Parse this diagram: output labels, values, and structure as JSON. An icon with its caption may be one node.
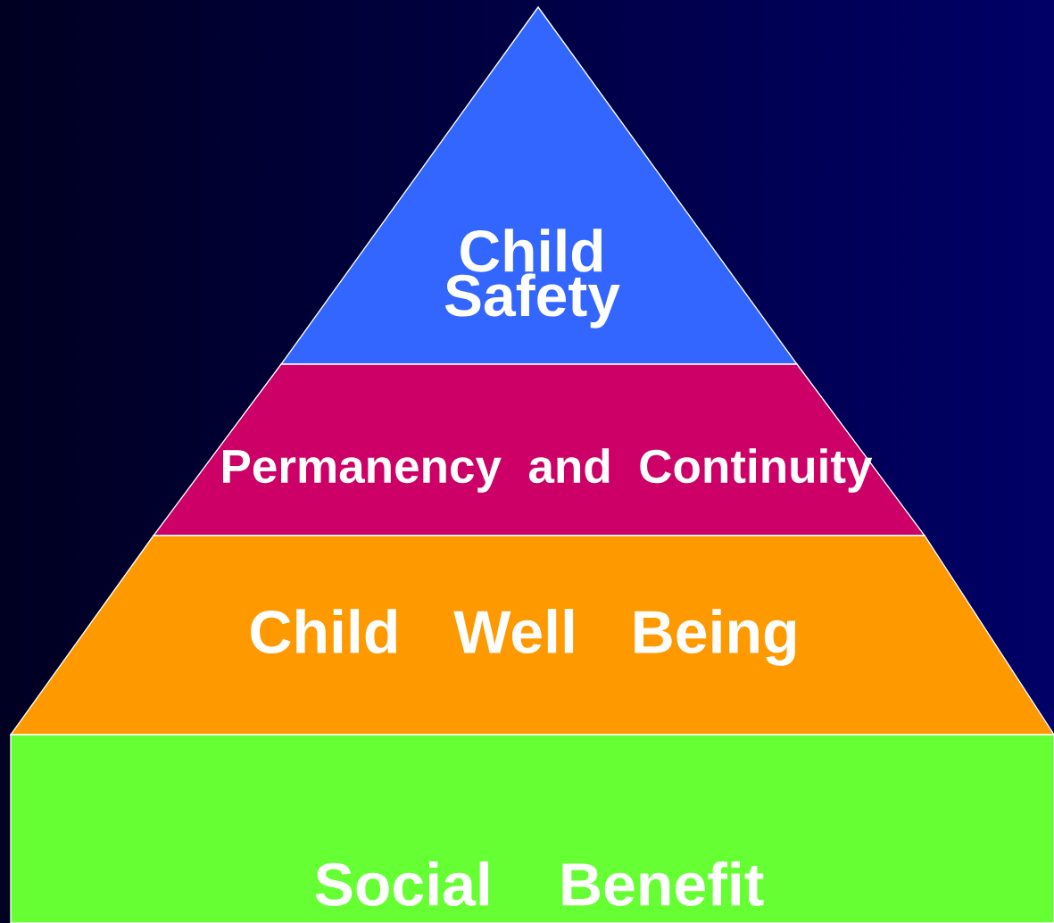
{
  "diagram": {
    "nodes": [
      {
        "text": [
          "Child Safety"
        ]
      },
      {
        "text": [
          "Permanency and Continuity"
        ]
      },
      {
        "text": [
          "Child Well Being"
        ]
      },
      {
        "text": [
          "Social Benefit"
        ]
      }
    ]
  }
}
